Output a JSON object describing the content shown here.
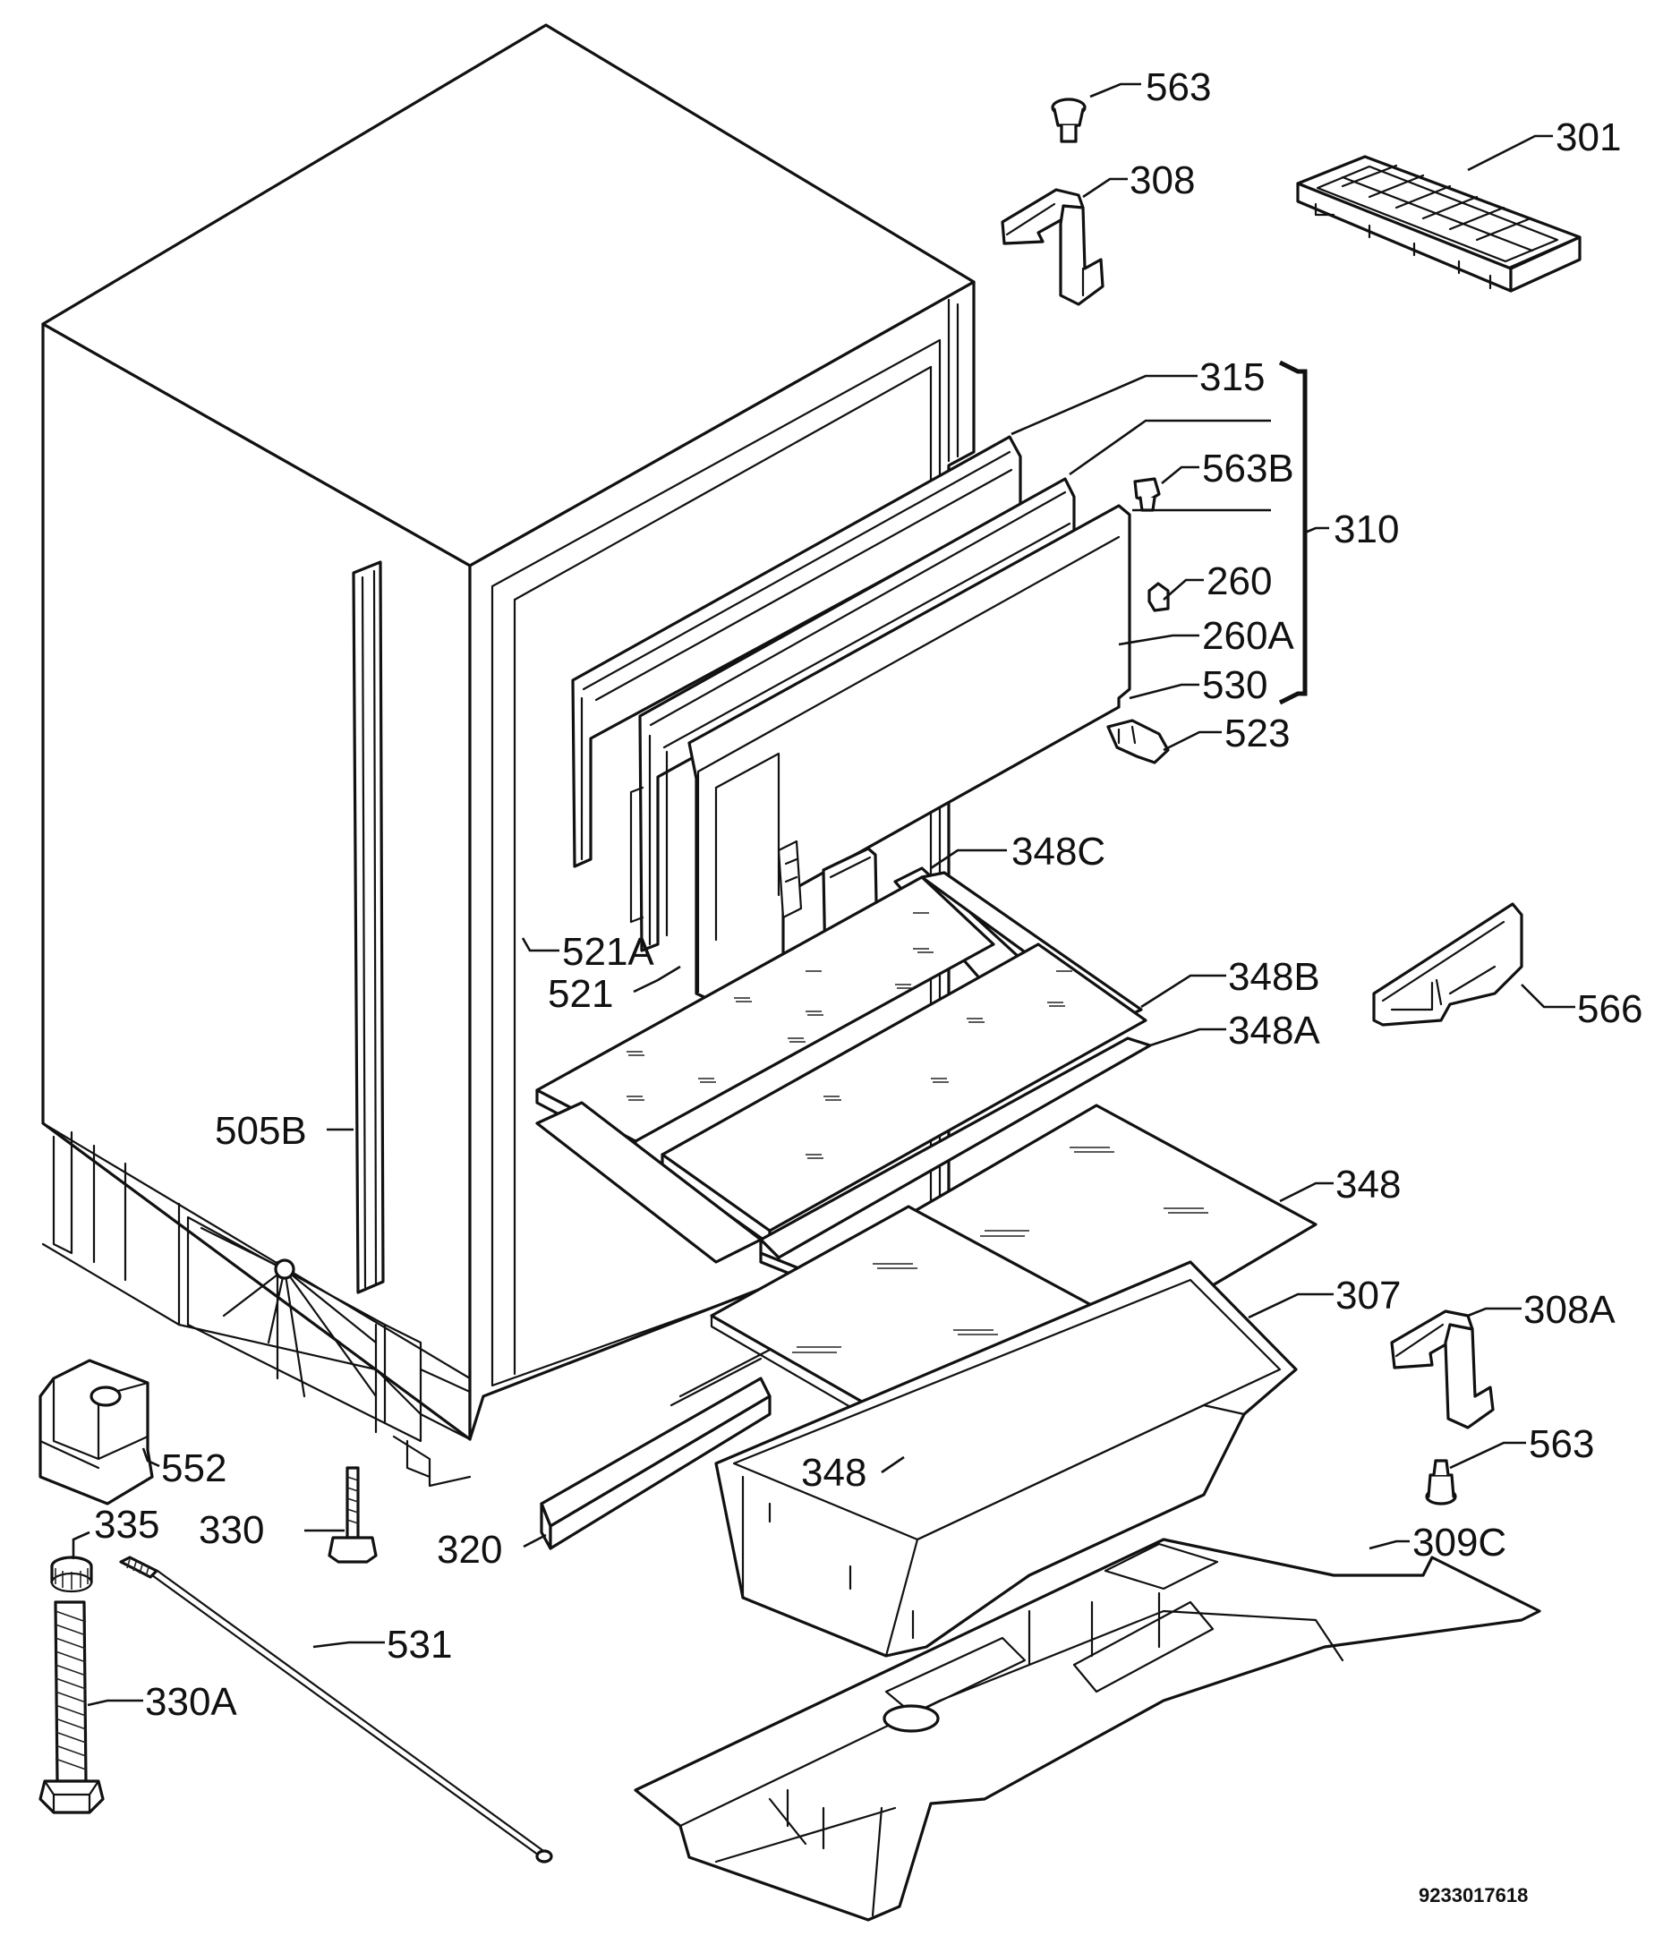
{
  "diagram": {
    "part_labels": [
      {
        "id": "563-top",
        "text": "563"
      },
      {
        "id": "301",
        "text": "301"
      },
      {
        "id": "308",
        "text": "308"
      },
      {
        "id": "315",
        "text": "315"
      },
      {
        "id": "563B",
        "text": "563B"
      },
      {
        "id": "310",
        "text": "310"
      },
      {
        "id": "260",
        "text": "260"
      },
      {
        "id": "260A",
        "text": "260A"
      },
      {
        "id": "530",
        "text": "530"
      },
      {
        "id": "523",
        "text": "523"
      },
      {
        "id": "348C",
        "text": "348C"
      },
      {
        "id": "521A",
        "text": "521A"
      },
      {
        "id": "521",
        "text": "521"
      },
      {
        "id": "348B",
        "text": "348B"
      },
      {
        "id": "566",
        "text": "566"
      },
      {
        "id": "348A",
        "text": "348A"
      },
      {
        "id": "505B",
        "text": "505B"
      },
      {
        "id": "348-upper",
        "text": "348"
      },
      {
        "id": "307",
        "text": "307"
      },
      {
        "id": "308A",
        "text": "308A"
      },
      {
        "id": "552",
        "text": "552"
      },
      {
        "id": "563-lower",
        "text": "563"
      },
      {
        "id": "348-lower",
        "text": "348"
      },
      {
        "id": "335",
        "text": "335"
      },
      {
        "id": "330",
        "text": "330"
      },
      {
        "id": "320",
        "text": "320"
      },
      {
        "id": "309C",
        "text": "309C"
      },
      {
        "id": "531",
        "text": "531"
      },
      {
        "id": "330A",
        "text": "330A"
      }
    ],
    "drawing_code": "9233017618"
  }
}
